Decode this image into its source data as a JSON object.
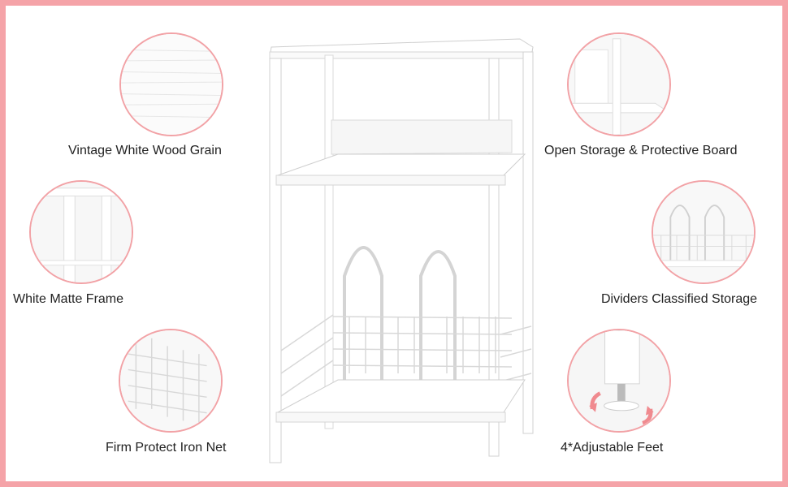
{
  "features": {
    "wood_grain": "Vintage White Wood Grain",
    "frame": "White Matte Frame",
    "iron_net": "Firm Protect Iron Net",
    "open_storage": "Open Storage & Protective Board",
    "dividers": "Dividers Classified Storage",
    "feet": "4*Adjustable Feet"
  },
  "colors": {
    "border": "#f5a3a8",
    "accent": "#f08a8f",
    "product": "#ffffff"
  }
}
